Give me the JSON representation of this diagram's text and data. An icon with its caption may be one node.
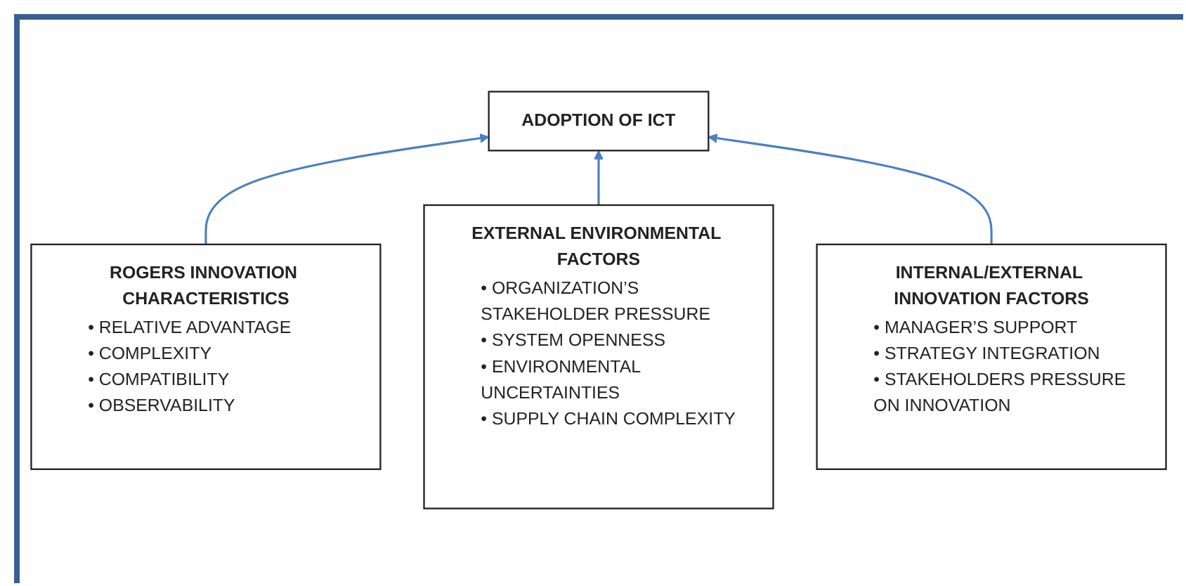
{
  "diagram": {
    "nodes": [
      {
        "text": [
          "ROGERS INNOVATION CHARACTERISTICS",
          "• RELATIVE ADVANTAGE",
          "• COMPLEXITY",
          "• COMPATIBILITY",
          "• OBSERVABILITY"
        ]
      },
      {
        "text": [
          "ADOPTION OF ICT"
        ]
      },
      {
        "text": [
          "INTERNAL/EXTERNAL INNOVATION FACTORS",
          "• MANAGER’S SUPPORT",
          "• STRATEGY INTEGRATION",
          "• STAKEHOLDERS PRESSURE ON INNOVATION"
        ]
      },
      {
        "text": [
          "EXTERNAL ENVIRONMENTAL FACTORS",
          "• ORGANIZATION’S STAKEHOLDER PRESSURE",
          "• SYSTEM OPENNESS",
          "• ENVIRONMENTAL UNCERTAINTIES",
          "• SUPPLY CHAIN COMPLEXITY"
        ]
      }
    ],
    "edges": [
      {
        "from": 0,
        "to": 1,
        "arrow": "to"
      },
      {
        "from": 3,
        "to": 1,
        "arrow": "to"
      },
      {
        "from": 2,
        "to": 1,
        "arrow": "to"
      }
    ]
  }
}
